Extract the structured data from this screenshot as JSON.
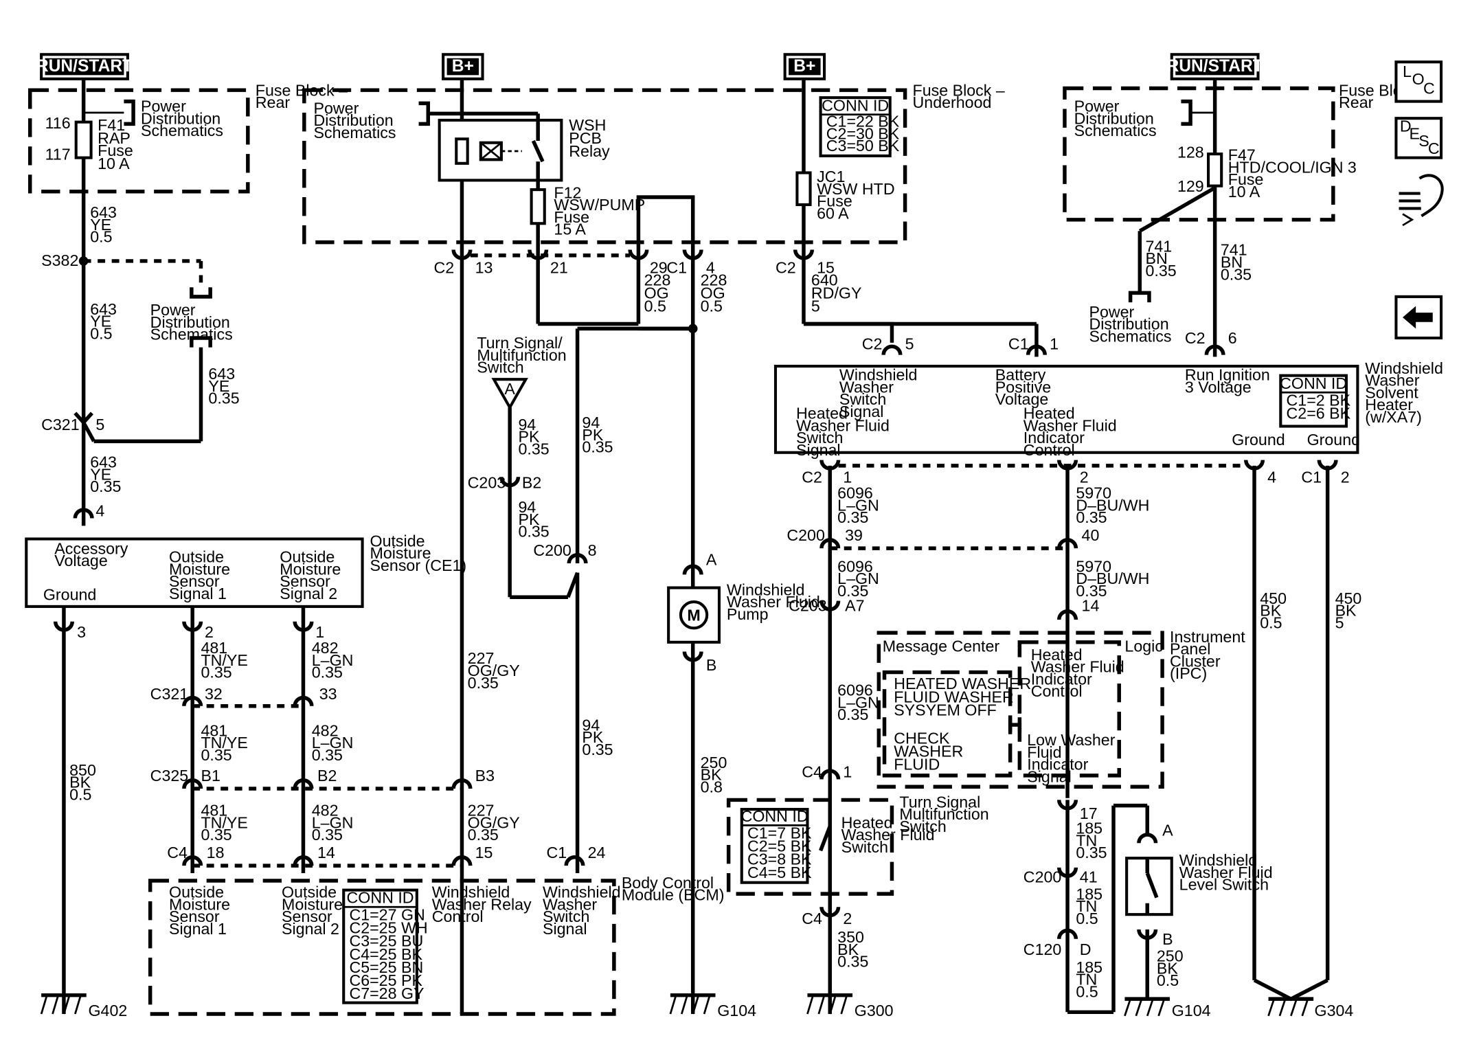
{
  "power": {
    "run_start": "RUN/START",
    "b_plus": "B+"
  },
  "fuse_block_rear": "Fuse Block – Rear",
  "fuse_block_underhood": "Fuse Block – Underhood",
  "pds": "Power Distribution Schematics",
  "f41": {
    "pin_in": "116",
    "pin_out": "117",
    "name": "F41",
    "l1": "RAP",
    "l2": "Fuse",
    "l3": "10 A"
  },
  "f47": {
    "pin_in": "128",
    "pin_out": "129",
    "name": "F47",
    "l1": "HTD/COOL/IGN 3",
    "l2": "Fuse",
    "l3": "10 A"
  },
  "relay": {
    "l1": "WSH",
    "l2": "PCB",
    "l3": "Relay"
  },
  "f12": {
    "l1": "F12",
    "l2": "WSW/PUMP",
    "l3": "Fuse",
    "l4": "15 A"
  },
  "jc1": {
    "l1": "JC1",
    "l2": "WSW HTD",
    "l3": "Fuse",
    "l4": "60 A"
  },
  "conn_underhood": {
    "title": "CONN ID",
    "l1": "C1=22 BK",
    "l2": "C2=30 BK",
    "l3": "C3=50 BK"
  },
  "wires": {
    "w643": "643",
    "ye": "YE",
    "g05": "0.5",
    "g035": "0.35",
    "g08": "0.8",
    "g5": "5",
    "w741": "741",
    "bn": "BN",
    "w228": "228",
    "og": "OG",
    "w640": "640",
    "rdgy": "RD/GY",
    "w94": "94",
    "pk": "PK",
    "w481": "481",
    "tnye": "TN/YE",
    "w482": "482",
    "lgn": "L–GN",
    "w227": "227",
    "oggy": "OG/GY",
    "w850": "850",
    "bk": "BK",
    "w250": "250",
    "w6096": "6096",
    "w5970": "5970",
    "dbuwh": "D–BU/WH",
    "w185": "185",
    "tn": "TN",
    "w350": "350",
    "w450": "450"
  },
  "conn": {
    "s382": "S382",
    "c321": "C321",
    "c325": "C325",
    "c4": "C4",
    "c2": "C2",
    "c1": "C1",
    "c203": "C203",
    "c200": "C200",
    "c120": "C120",
    "p3": "3",
    "p4": "4",
    "p5": "5",
    "p2": "2",
    "p1": "1",
    "p32": "32",
    "p33": "33",
    "pb1": "B1",
    "pb2": "B2",
    "pb3": "B3",
    "p18": "18",
    "p14": "14",
    "p15": "15",
    "p24": "24",
    "p13": "13",
    "p21": "21",
    "p29": "29",
    "p6": "6",
    "p8": "8",
    "pa": "A",
    "pb": "B",
    "p39": "39",
    "p40": "40",
    "pa7": "A7",
    "p17": "17",
    "p41": "41",
    "pd": "D"
  },
  "oms": {
    "acc": "Accessory Voltage",
    "gnd": "Ground",
    "sig1": "Outside Moisture Sensor Signal 1",
    "sig2": "Outside Moisture Sensor Signal 2",
    "name": "Outside Moisture Sensor (CE1)"
  },
  "turn_switch": "Turn Signal/ Multifunction Switch",
  "pump": "Windshield Washer Fluid Pump",
  "bcm": {
    "sig1": "Outside Moisture Sensor Signal 1",
    "sig2": "Outside Moisture Sensor Signal 2",
    "relay": "Windshield Washer Relay Control",
    "switch": "Windshield Washer Switch Signal",
    "name": "Body Control Module (BCM)",
    "conn_title": "CONN ID",
    "conn": [
      "C1=27 GN",
      "C2=25 WH",
      "C3=25 BU",
      "C4=25 BK",
      "C5=25 BN",
      "C6=25 PK",
      "C7=28 GY"
    ]
  },
  "heater": {
    "sw_sig": "Windshield Washer Switch Signal",
    "bpv": "Battery Positive Voltage",
    "run": "Run Ignition 3 Voltage",
    "hsw": "Heated Washer Fluid Switch Signal",
    "hind": "Heated Washer Fluid Indicator Control",
    "gnd": "Ground",
    "name": "Windshield Washer Solvent Heater (w/XA7)",
    "conn_title": "CONN ID",
    "c1": "C1=2 BK",
    "c2": "C2=6 BK"
  },
  "ipc": {
    "msg": "Message Center",
    "logic": "Logic",
    "hw1": "HEATED WASHER",
    "hw2": "FLUID WASHER",
    "hw3": "SYSYEM OFF",
    "cw1": "CHECK",
    "cw2": "WASHER",
    "cw3": "FLUID",
    "hind": "Heated Washer Fluid Indicator Control",
    "low": "Low Washer Fluid Indicator Signal",
    "name": "Instrument Panel Cluster (IPC)"
  },
  "tsm": {
    "conn_title": "CONN ID",
    "conn": [
      "C1=7 BK",
      "C2=5 BK",
      "C3=8 BK",
      "C4=5 BK"
    ],
    "switch": "Heated Washer Fluid Switch",
    "name": "Turn Signal Multifunction Switch"
  },
  "level_switch": "Windshield Washer Fluid Level Switch",
  "grounds": {
    "g402": "G402",
    "g104": "G104",
    "g300": "G300",
    "g304": "G304"
  },
  "icons": [
    "loc-icon",
    "desc-icon",
    "harness-icon",
    "back-arrow-icon"
  ],
  "icon_text": {
    "loc_l": "L",
    "loc_o": "O",
    "loc_c": "C",
    "d": "D",
    "e": "E",
    "s": "S",
    "c": "C"
  }
}
